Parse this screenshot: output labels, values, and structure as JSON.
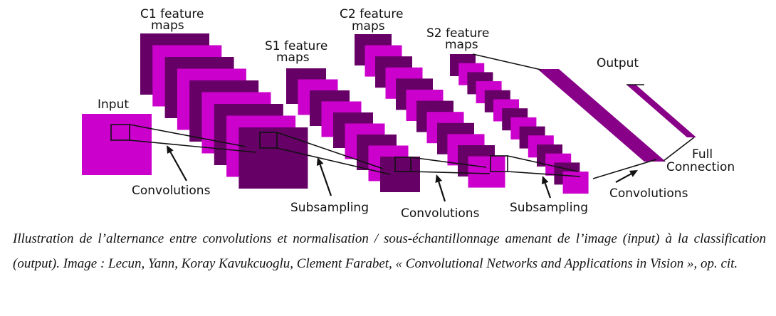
{
  "diagram": {
    "labels": {
      "c1": [
        "C1 feature",
        "maps"
      ],
      "s1": [
        "S1 feature",
        "maps"
      ],
      "c2": [
        "C2 feature",
        "maps"
      ],
      "s2": [
        "S2 feature",
        "maps"
      ],
      "input": "Input",
      "output": "Output",
      "full": [
        "Full",
        "Connection"
      ],
      "conv1": "Convolutions",
      "sub1": "Subsampling",
      "conv2": "Convolutions",
      "sub2": "Subsampling",
      "conv3": "Convolutions"
    },
    "colors": {
      "magenta": "#cc00cc",
      "dark": "#660066",
      "output": "#880088"
    }
  },
  "caption": "Illustration de l’alternance entre convolutions et normalisation / sous-échantillonnage amenant de l’image (input) à la classification (output). Image : Lecun, Yann, Koray Kavukcuoglu, Clement Farabet, « Convolutional Networks and Applications in Vision », op. cit."
}
